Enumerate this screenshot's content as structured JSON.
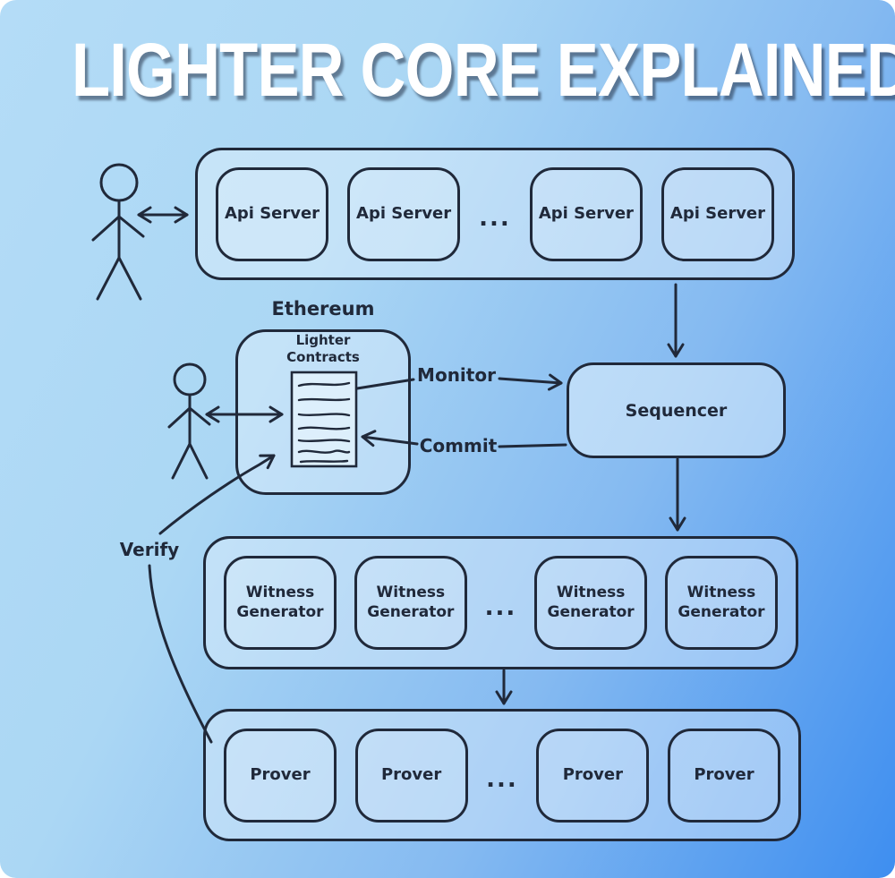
{
  "title": "LIGHTER CORE EXPLAINED",
  "colors": {
    "ink": "#20293a",
    "background_light": "#b4dcf7",
    "background_deep": "#3e8ef0",
    "title_text": "#ffffff"
  },
  "api_cluster": {
    "boxes": [
      "Api Server",
      "Api Server",
      "Api Server",
      "Api Server"
    ],
    "ellipsis": "..."
  },
  "ethereum": {
    "label": "Ethereum",
    "contracts_label": "Lighter Contracts"
  },
  "sequencer": {
    "label": "Sequencer"
  },
  "edges": {
    "monitor": "Monitor",
    "commit": "Commit",
    "verify": "Verify"
  },
  "witness_cluster": {
    "boxes": [
      "Witness Generator",
      "Witness Generator",
      "Witness Generator",
      "Witness Generator"
    ],
    "ellipsis": "..."
  },
  "prover_cluster": {
    "boxes": [
      "Prover",
      "Prover",
      "Prover",
      "Prover"
    ],
    "ellipsis": "..."
  }
}
